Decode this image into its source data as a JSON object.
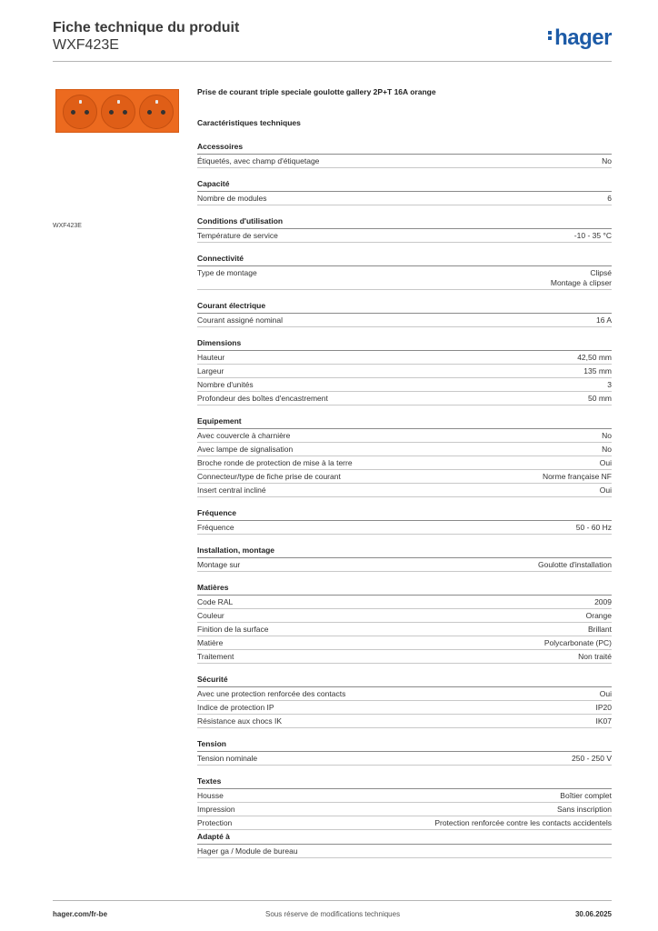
{
  "header": {
    "title": "Fiche technique du produit",
    "reference": "WXF423E",
    "brand": "hager"
  },
  "image_caption": "WXF423E",
  "product_description": "Prise de courant triple speciale goulotte gallery 2P+T 16A orange",
  "section_heading": "Caractéristiques techniques",
  "groups": [
    {
      "title": "Accessoires",
      "rows": [
        {
          "label": "Étiquetés, avec champ d'étiquetage",
          "value": "No"
        }
      ]
    },
    {
      "title": "Capacité",
      "rows": [
        {
          "label": "Nombre de modules",
          "value": "6"
        }
      ]
    },
    {
      "title": "Conditions d'utilisation",
      "rows": [
        {
          "label": "Température de service",
          "value": "-10 - 35 °C"
        }
      ]
    },
    {
      "title": "Connectivité",
      "rows": [
        {
          "label": "Type de montage",
          "value": "Clipsé",
          "value2": "Montage à clipser"
        }
      ]
    },
    {
      "title": "Courant électrique",
      "rows": [
        {
          "label": "Courant assigné nominal",
          "value": "16 A"
        }
      ]
    },
    {
      "title": "Dimensions",
      "rows": [
        {
          "label": "Hauteur",
          "value": "42,50 mm"
        },
        {
          "label": "Largeur",
          "value": "135 mm"
        },
        {
          "label": "Nombre d'unités",
          "value": "3"
        },
        {
          "label": "Profondeur des boîtes d'encastrement",
          "value": "50 mm"
        }
      ]
    },
    {
      "title": "Equipement",
      "rows": [
        {
          "label": "Avec couvercle à charnière",
          "value": "No"
        },
        {
          "label": "Avec lampe de signalisation",
          "value": "No"
        },
        {
          "label": "Broche ronde de protection de mise à la terre",
          "value": "Oui"
        },
        {
          "label": "Connecteur/type de fiche prise de courant",
          "value": "Norme française NF"
        },
        {
          "label": "Insert central incliné",
          "value": "Oui"
        }
      ]
    },
    {
      "title": "Fréquence",
      "rows": [
        {
          "label": "Fréquence",
          "value": "50 - 60 Hz"
        }
      ]
    },
    {
      "title": "Installation, montage",
      "rows": [
        {
          "label": "Montage sur",
          "value": "Goulotte d'installation"
        }
      ]
    },
    {
      "title": "Matières",
      "rows": [
        {
          "label": "Code RAL",
          "value": "2009"
        },
        {
          "label": "Couleur",
          "value": "Orange"
        },
        {
          "label": "Finition de la surface",
          "value": "Brillant"
        },
        {
          "label": "Matière",
          "value": "Polycarbonate (PC)"
        },
        {
          "label": "Traitement",
          "value": "Non traité"
        }
      ]
    },
    {
      "title": "Sécurité",
      "rows": [
        {
          "label": "Avec une protection renforcée des contacts",
          "value": "Oui"
        },
        {
          "label": "Indice de protection IP",
          "value": "IP20"
        },
        {
          "label": "Résistance aux chocs IK",
          "value": "IK07"
        }
      ]
    },
    {
      "title": "Tension",
      "rows": [
        {
          "label": "Tension nominale",
          "value": "250 - 250 V"
        }
      ]
    },
    {
      "title": "Textes",
      "rows": [
        {
          "label": "Housse",
          "value": "Boîtier complet"
        },
        {
          "label": "Impression",
          "value": "Sans inscription"
        },
        {
          "label": "Protection",
          "value": "Protection renforcée contre les contacts accidentels"
        }
      ]
    }
  ],
  "adapted": {
    "title": "Adapté à",
    "value": "Hager ga / Module de bureau"
  },
  "footer": {
    "website": "hager.com/fr-be",
    "notice": "Sous réserve de modifications techniques",
    "date": "30.06.2025"
  },
  "colors": {
    "brand_blue": "#1d5ba7",
    "product_orange": "#ec6a1f"
  }
}
